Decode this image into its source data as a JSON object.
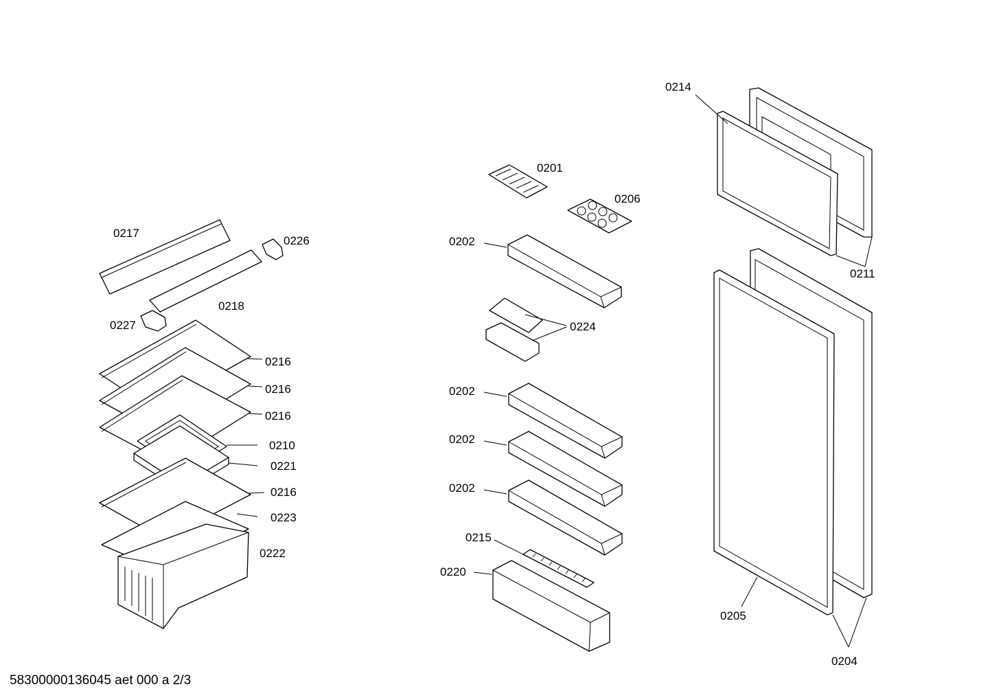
{
  "labels": {
    "p0217": "0217",
    "p0226": "0226",
    "p0218": "0218",
    "p0227": "0227",
    "p0216a": "0216",
    "p0216b": "0216",
    "p0216c": "0216",
    "p0210": "0210",
    "p0221": "0221",
    "p0216d": "0216",
    "p0223": "0223",
    "p0222": "0222",
    "p0201": "0201",
    "p0206": "0206",
    "p0202a": "0202",
    "p0224": "0224",
    "p0202b": "0202",
    "p0202c": "0202",
    "p0202d": "0202",
    "p0215": "0215",
    "p0220": "0220",
    "p0214": "0214",
    "p0211": "0211",
    "p0205": "0205",
    "p0204": "0204"
  },
  "footer": "58300000136045 aet 000 a 2/3"
}
